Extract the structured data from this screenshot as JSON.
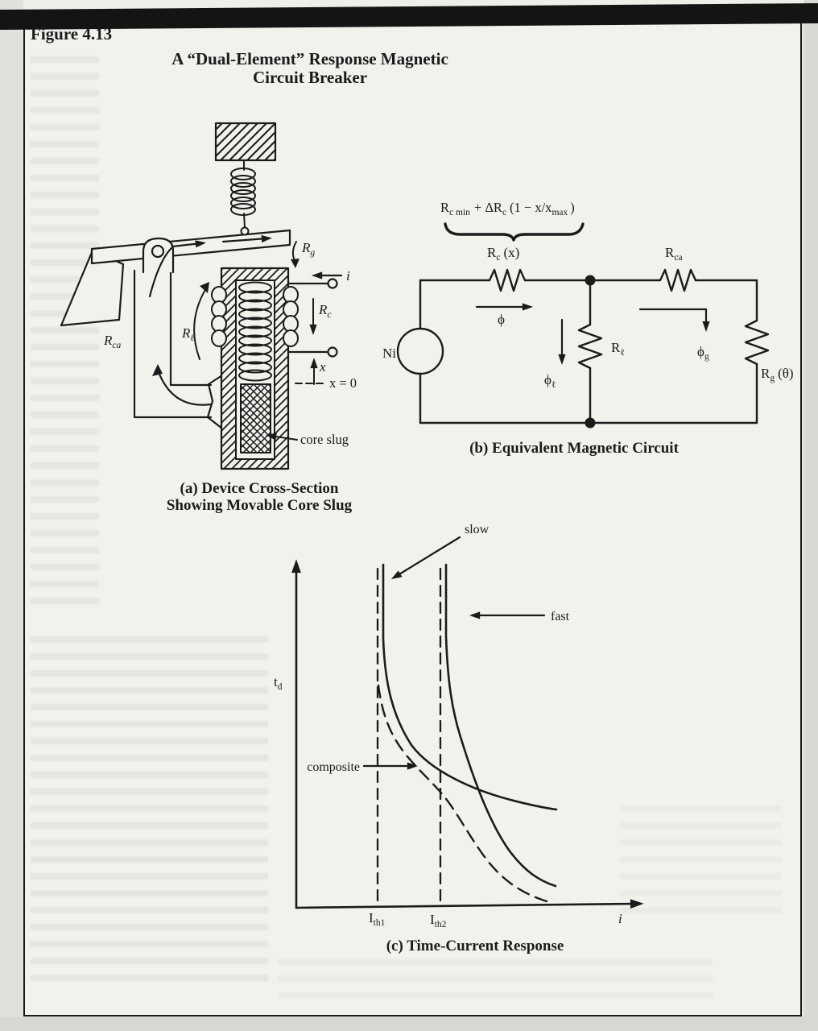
{
  "page": {
    "figure_label": "Figure 4.13",
    "title_line1": "A “Dual-Element” Response Magnetic",
    "title_line2": "Circuit Breaker"
  },
  "device": {
    "caption_line1": "(a) Device Cross-Section",
    "caption_line2": "Showing Movable Core Slug",
    "labels": {
      "rg_base": "R",
      "rg_sub": "g",
      "current_i": "i",
      "rc_base": "R",
      "rc_sub": "c",
      "x_label": "x",
      "x_zero": "x = 0",
      "core_slug": "core slug",
      "rca_base": "R",
      "rca_sub": "ca",
      "rl_base": "R",
      "rl_sub": "ℓ"
    }
  },
  "circuit": {
    "caption": "(b) Equivalent Magnetic Circuit",
    "formula": {
      "p1": "R",
      "s1": "c min",
      "p2": "+ ΔR",
      "s2": "c",
      "p3": "(1 − x/x",
      "s3": "max",
      "p4": ")"
    },
    "labels": {
      "rcx_base": "R",
      "rcx_sub": "c",
      "rcx_arg": "(x)",
      "rca_base": "R",
      "rca_sub": "ca",
      "source": "Ni",
      "phi": "ϕ",
      "phi_l_base": "ϕ",
      "phi_l_sub": "ℓ",
      "rl_base": "R",
      "rl_sub": "ℓ",
      "phi_g_base": "ϕ",
      "phi_g_sub": "g",
      "rg_base": "R",
      "rg_sub": "g",
      "rg_arg": "(θ)"
    }
  },
  "chart": {
    "type": "line",
    "caption": "(c) Time-Current Response",
    "xlabel": "i",
    "ylabel_base": "t",
    "ylabel_sub": "d",
    "tick1_base": "I",
    "tick1_sub": "th1",
    "tick2_base": "I",
    "tick2_sub": "th2",
    "curve_slow": "slow",
    "curve_fast": "fast",
    "curve_composite": "composite",
    "notes": "Qualitative trip-time vs current curves: slow element asymptote at Ith1 flattening at high current; fast element asymptote at Ith2 dropping steeply; dashed composite follows slow then fast."
  }
}
